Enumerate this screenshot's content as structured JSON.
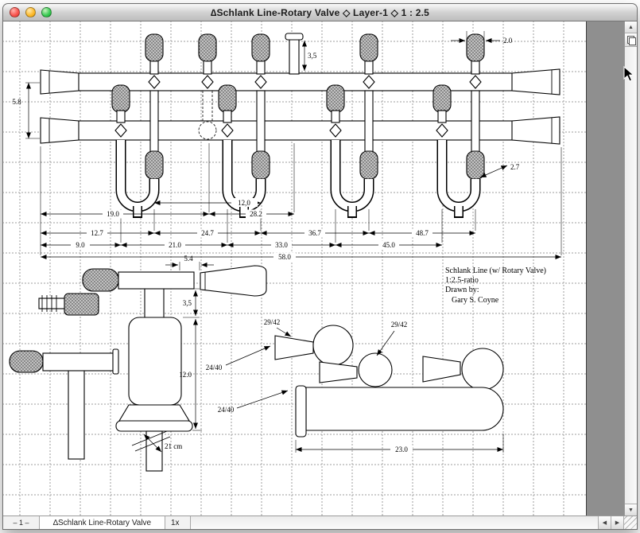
{
  "window": {
    "title": "∆Schlank Line-Rotary Valve  ◇ Layer-1  ◇ 1 : 2.5"
  },
  "icons": {
    "scroll_up": "▲",
    "scroll_down": "▼",
    "scroll_left": "◀",
    "scroll_right": "▶"
  },
  "statusbar": {
    "page": "– 1 –",
    "tab": "∆Schlank Line-Rotary Valve",
    "zoom": "1x"
  },
  "drawing": {
    "notes": [
      "Schlank Line (w/ Rotary Valve)",
      "1:2.5-ratio",
      "Drawn by:",
      "Gary S. Coyne"
    ],
    "dims": {
      "manifold_spacing": "5.8",
      "port_tube": "3,5",
      "end_cap": "2.0",
      "joint_length": "2.7",
      "station_pitch": "12,0",
      "row1": [
        "19.0",
        "28.2"
      ],
      "row2": [
        "12.7",
        "24.7",
        "36.7",
        "48.7"
      ],
      "row3": [
        "9.0",
        "21.0",
        "33.0",
        "45.0"
      ],
      "overall": "58.0",
      "valve_gap": "5.4",
      "valve_neck": "3,5",
      "valve_body": "12.0",
      "joint_a": "29/42",
      "joint_b": "29/42",
      "joint_c": "24/40",
      "joint_d": "24/40",
      "stem": "21 cm",
      "flask": "23.0"
    }
  }
}
